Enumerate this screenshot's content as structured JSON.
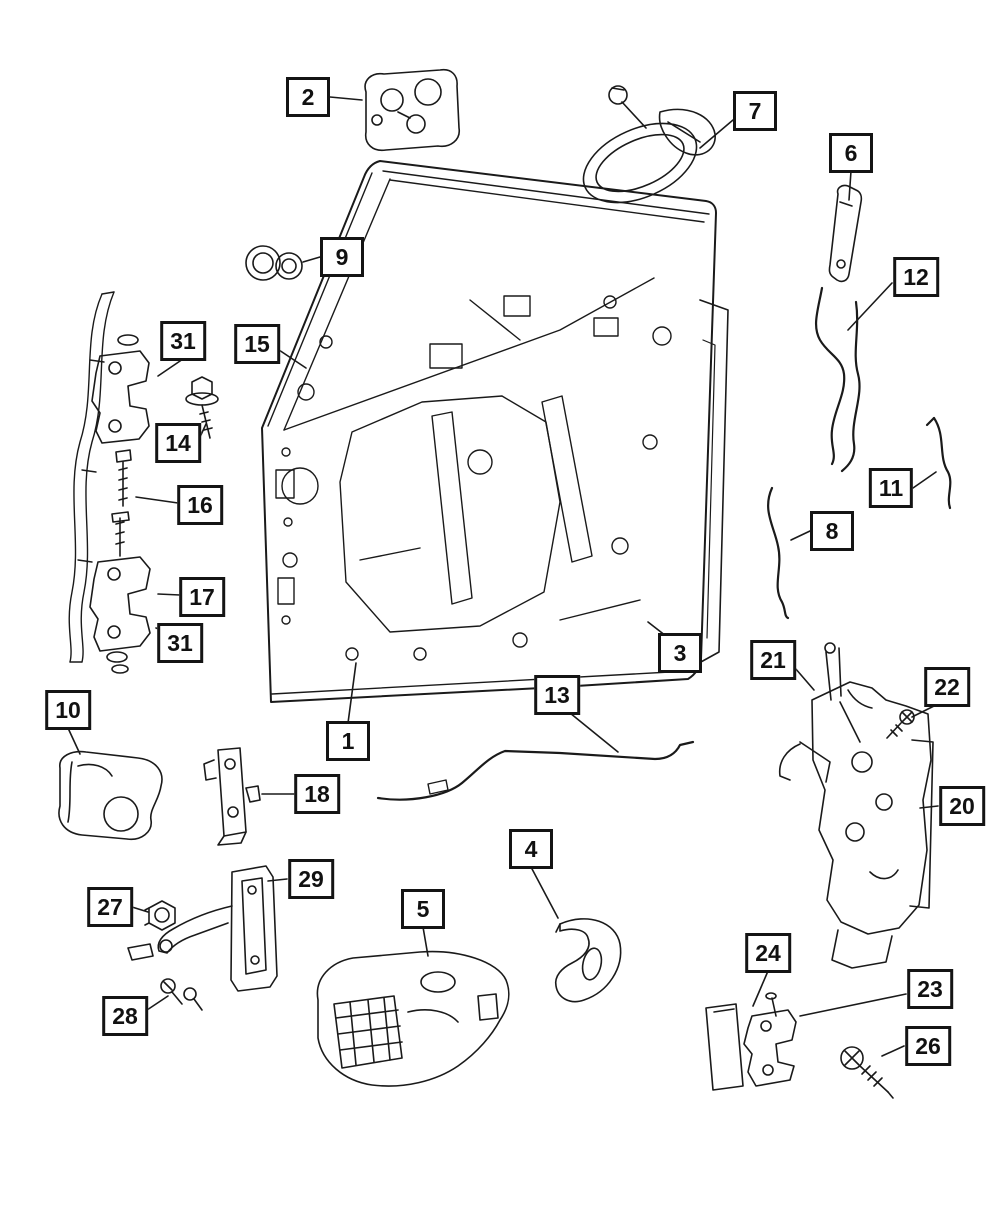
{
  "diagram": {
    "colors": {
      "background": "#ffffff",
      "line": "#1a1a1a"
    },
    "callouts": [
      {
        "label": "2"
      },
      {
        "label": "7"
      },
      {
        "label": "6"
      },
      {
        "label": "9"
      },
      {
        "label": "12"
      },
      {
        "label": "31"
      },
      {
        "label": "15"
      },
      {
        "label": "14"
      },
      {
        "label": "16"
      },
      {
        "label": "11"
      },
      {
        "label": "8"
      },
      {
        "label": "17"
      },
      {
        "label": "31"
      },
      {
        "label": "3"
      },
      {
        "label": "21"
      },
      {
        "label": "22"
      },
      {
        "label": "13"
      },
      {
        "label": "10"
      },
      {
        "label": "1"
      },
      {
        "label": "18"
      },
      {
        "label": "20"
      },
      {
        "label": "4"
      },
      {
        "label": "29"
      },
      {
        "label": "27"
      },
      {
        "label": "5"
      },
      {
        "label": "24"
      },
      {
        "label": "23"
      },
      {
        "label": "28"
      },
      {
        "label": "26"
      }
    ]
  }
}
